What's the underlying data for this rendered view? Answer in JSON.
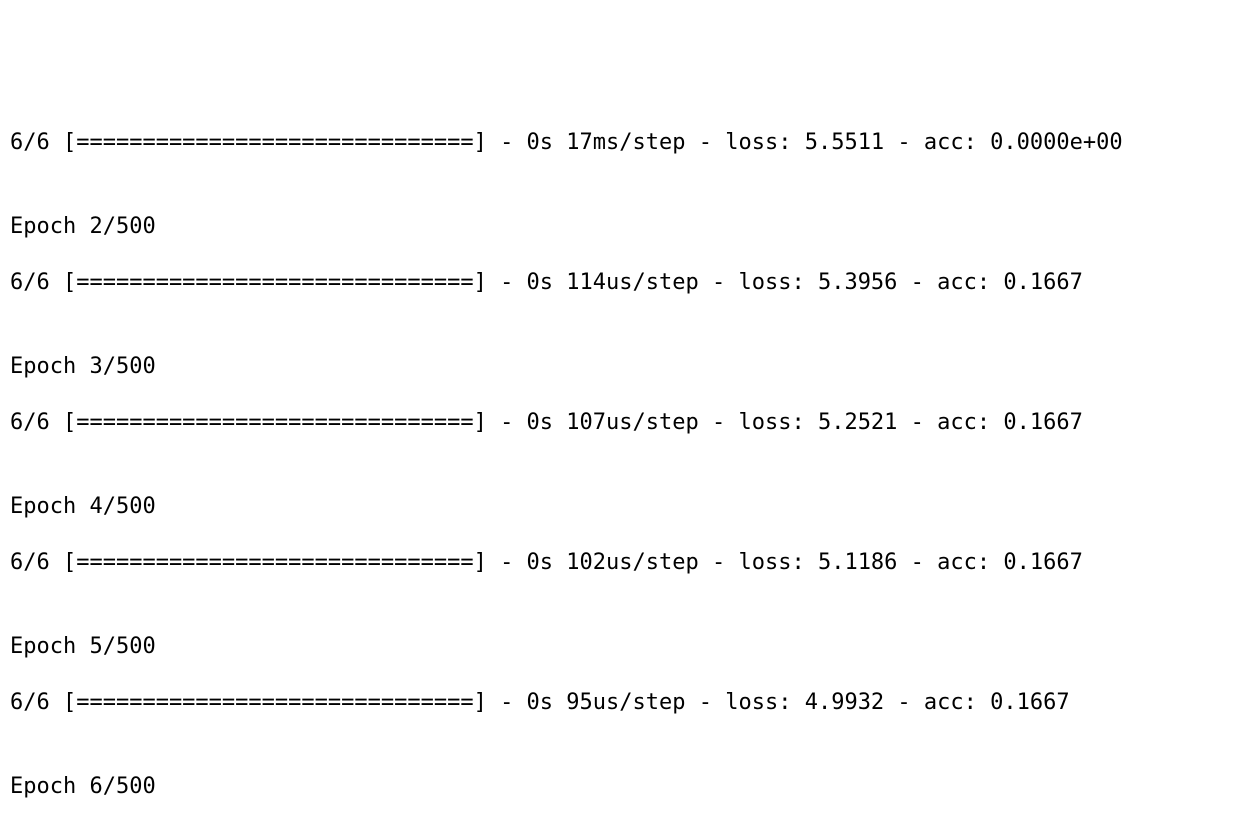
{
  "log": [
    {
      "progress": "6/6 [==============================] - 0s 17ms/step - loss: 5.5511 - acc: 0.0000e+00",
      "epoch": "Epoch 2/500"
    },
    {
      "progress": "6/6 [==============================] - 0s 114us/step - loss: 5.3956 - acc: 0.1667",
      "epoch": "Epoch 3/500"
    },
    {
      "progress": "6/6 [==============================] - 0s 107us/step - loss: 5.2521 - acc: 0.1667",
      "epoch": "Epoch 4/500"
    },
    {
      "progress": "6/6 [==============================] - 0s 102us/step - loss: 5.1186 - acc: 0.1667",
      "epoch": "Epoch 5/500"
    },
    {
      "progress": "6/6 [==============================] - 0s 95us/step - loss: 4.9932 - acc: 0.1667",
      "epoch": "Epoch 6/500"
    }
  ]
}
